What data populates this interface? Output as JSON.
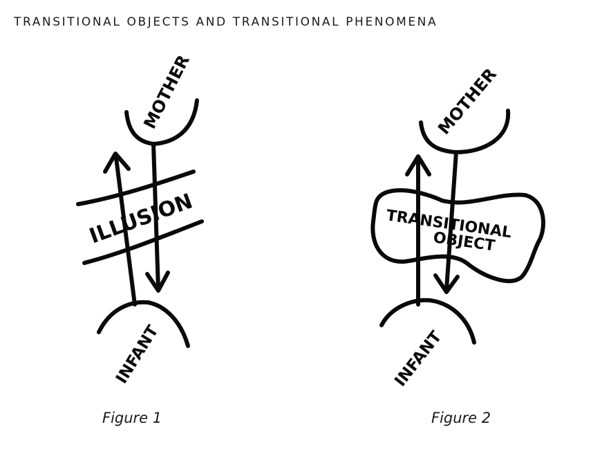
{
  "header": {
    "title": "TRANSITIONAL OBJECTS AND TRANSITIONAL PHENOMENA"
  },
  "figure1": {
    "top_label": "MOTHER",
    "middle_label": "ILLUSION",
    "bottom_label": "INFANT",
    "caption": "Figure 1"
  },
  "figure2": {
    "top_label": "MOTHER",
    "middle_label_line1": "TRANSITIONAL",
    "middle_label_line2": "OBJECT",
    "bottom_label": "INFANT",
    "caption": "Figure 2"
  }
}
